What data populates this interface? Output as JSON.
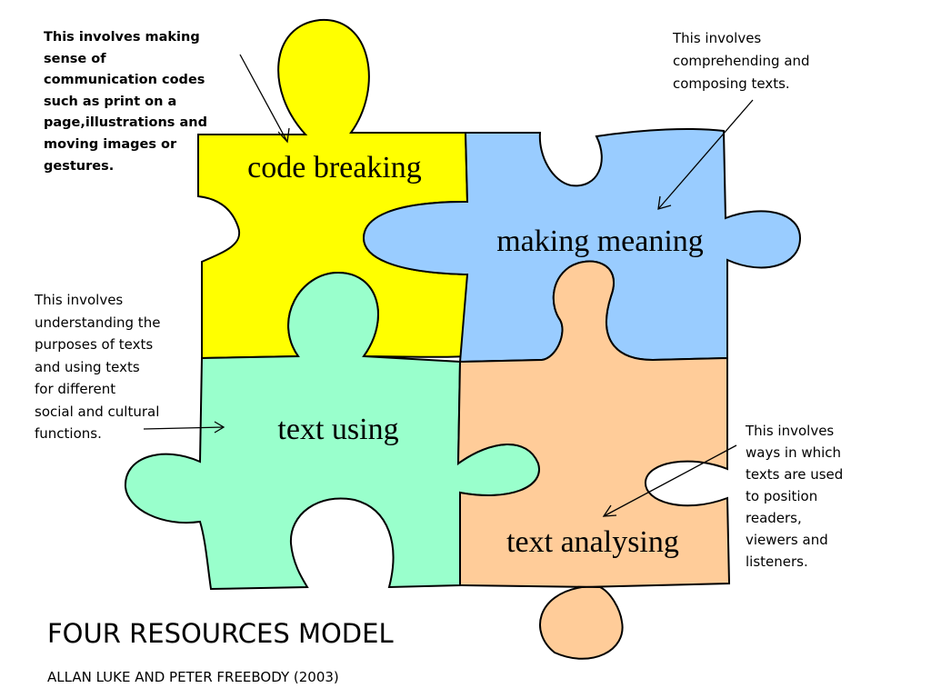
{
  "colors": {
    "code_breaking": "#ffff00",
    "making_meaning": "#99ccff",
    "text_using": "#99ffcc",
    "text_analysing": "#ffcc99"
  },
  "pieces": {
    "code_breaking": "code breaking",
    "making_meaning": "making meaning",
    "text_using": "text using",
    "text_analysing": "text analysing"
  },
  "notes": {
    "code_breaking": [
      "This involves making",
      "sense of",
      "communication codes",
      "such as print on a",
      "page,illustrations and",
      "moving images or",
      "gestures."
    ],
    "making_meaning": [
      "This involves",
      "comprehending and",
      "composing texts."
    ],
    "text_using": [
      "This involves",
      "understanding the",
      "purposes of texts",
      "and using texts",
      "for different",
      "social and cultural",
      "functions."
    ],
    "text_analysing": [
      "This involves",
      "ways in which",
      "texts are used",
      "to position",
      "readers,",
      "viewers and",
      "listeners."
    ]
  },
  "footer": {
    "title": "FOUR RESOURCES MODEL",
    "authors": "ALLAN LUKE AND PETER FREEBODY (2003)"
  }
}
